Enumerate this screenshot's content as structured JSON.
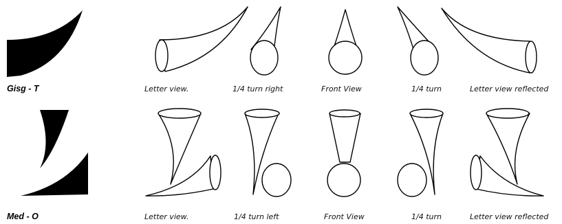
{
  "rows": [
    {
      "glyph_label": "Gisg - T",
      "views": [
        "Letter view.",
        "1/4 turn right",
        "Front View",
        "1/4 turn",
        "Letter view reflected"
      ]
    },
    {
      "glyph_label": "Med - O",
      "views": [
        "Letter view.",
        "1/4 turn left",
        "Front View",
        "1/4 turn",
        "Letter view reflected"
      ]
    }
  ]
}
